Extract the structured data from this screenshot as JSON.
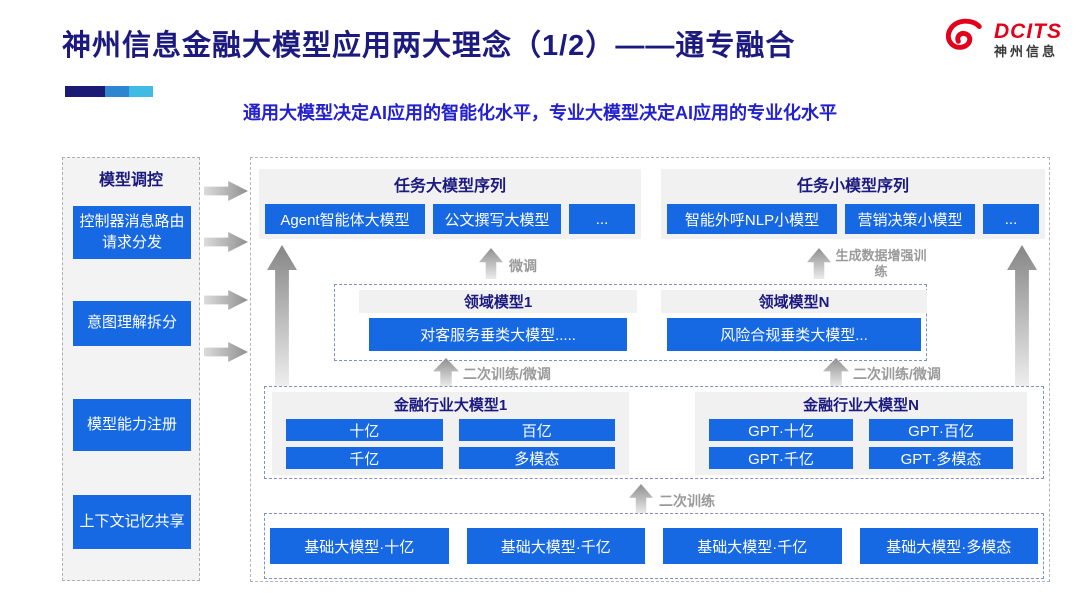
{
  "page": {
    "title": "神州信息金融大模型应用两大理念（1/2）——通专融合",
    "subtitle": "通用大模型决定AI应用的智能化水平，专业大模型决定AI应用的专业化水平"
  },
  "logo": {
    "brand": "DCITS",
    "brand_cn": "神州信息"
  },
  "colors": {
    "accent_blue": "#1668e3",
    "navy": "#1c1a7e",
    "brand_red": "#e2001a",
    "subtitle_blue": "#2320ce"
  },
  "sidebar": {
    "title": "模型调控",
    "items": [
      {
        "label": "控制器消息路由请求分发"
      },
      {
        "label": "意图理解拆分"
      },
      {
        "label": "模型能力注册"
      },
      {
        "label": "上下文记忆共享"
      }
    ]
  },
  "diagram": {
    "task_large": {
      "title": "任务大模型序列",
      "items": [
        "Agent智能体大模型",
        "公文撰写大模型",
        "..."
      ]
    },
    "task_small": {
      "title": "任务小模型序列",
      "items": [
        "智能外呼NLP小模型",
        "营销决策小模型",
        "..."
      ]
    },
    "domain": {
      "left": {
        "title": "领域模型1",
        "item": "对客服务垂类大模型....."
      },
      "right": {
        "title": "领域模型N",
        "item": "风险合规垂类大模型..."
      }
    },
    "industry_left": {
      "title": "金融行业大模型1",
      "items": [
        "十亿",
        "百亿",
        "千亿",
        "多模态"
      ]
    },
    "industry_right": {
      "title": "金融行业大模型N",
      "items": [
        "GPT·十亿",
        "GPT·百亿",
        "GPT·千亿",
        "GPT·多模态"
      ]
    },
    "base_models": [
      "基础大模型·十亿",
      "基础大模型·千亿",
      "基础大模型·千亿",
      "基础大模型·多模态"
    ],
    "arrow_labels": {
      "finetune": "微调",
      "gen_data": "生成数据增强训练",
      "retrain_ft_left": "二次训练/微调",
      "retrain_ft_right": "二次训练/微调",
      "retrain": "二次训练"
    }
  }
}
